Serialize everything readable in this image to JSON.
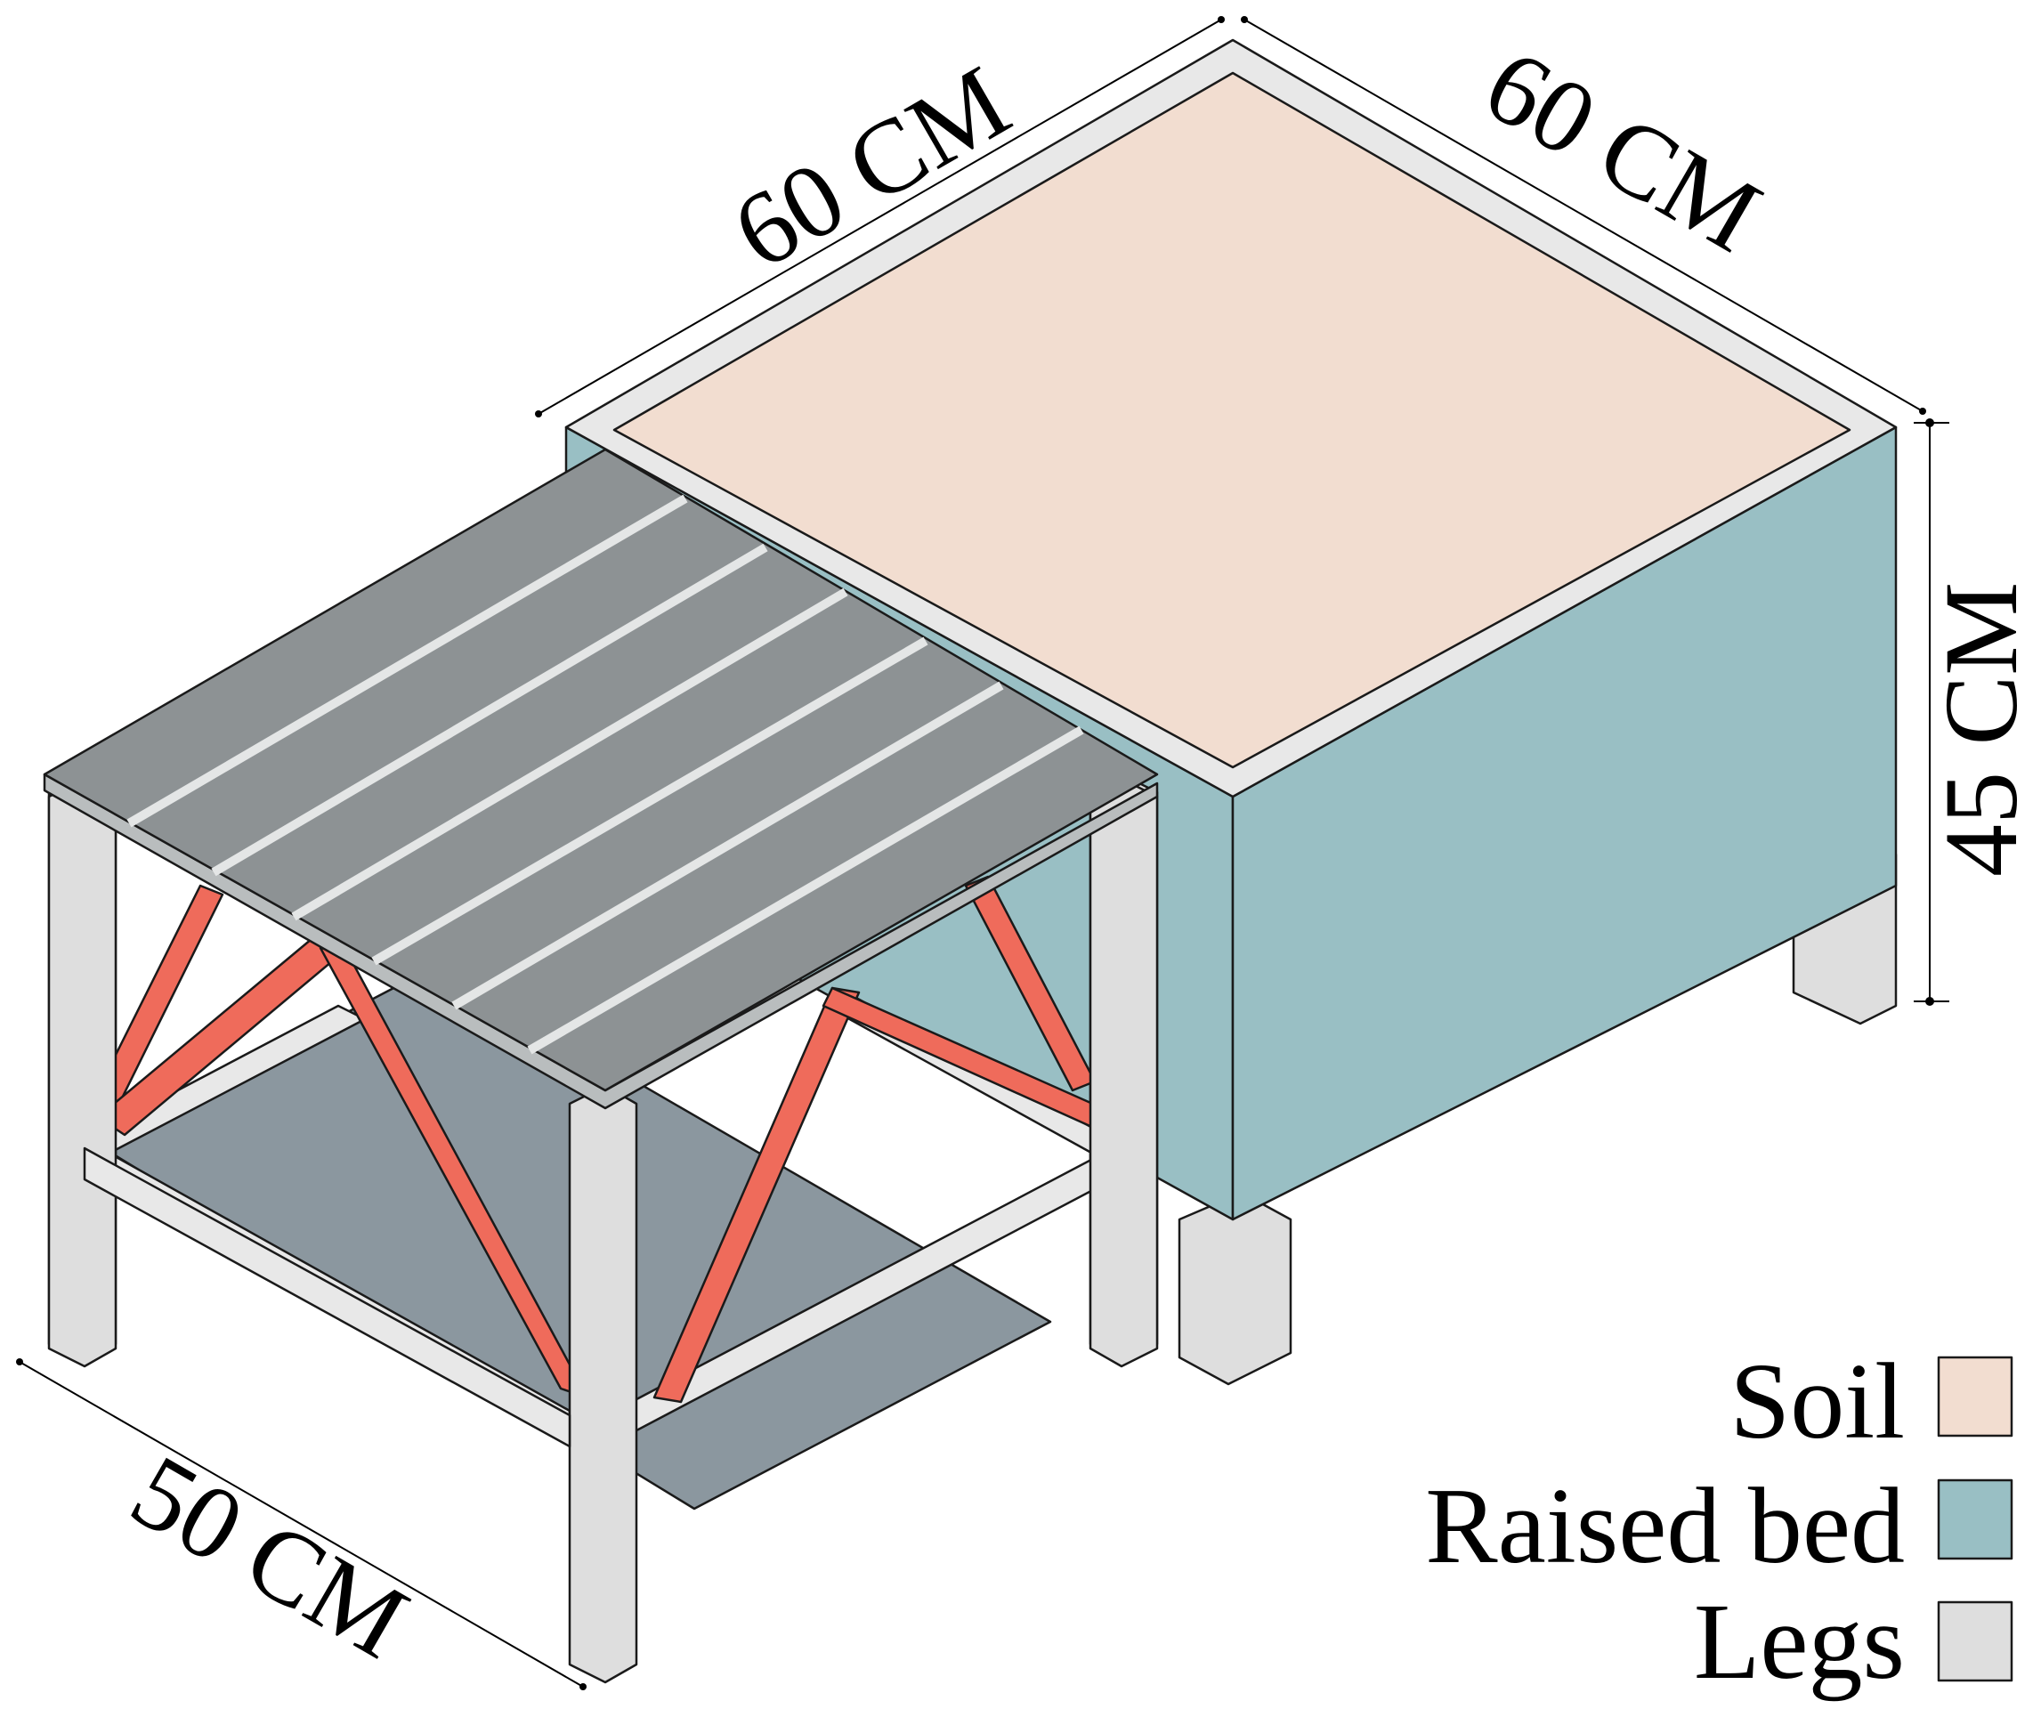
{
  "dimensions": {
    "bed_width": "60 CM",
    "bed_depth": "60 CM",
    "bed_height": "45 CM",
    "table_width": "50 CM"
  },
  "legend": [
    {
      "label": "Soil",
      "color": "#f2ddd0"
    },
    {
      "label": "Raised bed",
      "color": "#99bfc4"
    },
    {
      "label": "Legs",
      "color": "#dedede"
    }
  ],
  "colors": {
    "soil": "#f2ddd0",
    "raised_bed": "#99bfc4",
    "legs": "#dedede",
    "table_slats": "#8d9294",
    "shelf": "#8b979f",
    "braces": "#ef6b5b",
    "rim": "#e8e8e8"
  }
}
